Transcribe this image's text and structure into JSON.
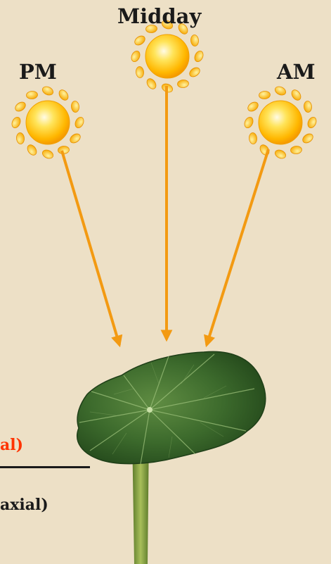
{
  "labels": {
    "midday": "Midday",
    "pm": "PM",
    "am": "AM"
  },
  "side_text": {
    "upper": "al)",
    "lower": "axial)"
  },
  "colors": {
    "background": "#ede0c6",
    "arrow": "#f39a12",
    "upper_text": "#ff3300",
    "lower_text": "#1a1a1a",
    "leaf": "#3c6a2c",
    "stem": "#7a9a3c",
    "sun": "#ffcf1f"
  },
  "icons": {
    "sun": "sun-icon",
    "leaf": "leaf-icon"
  }
}
